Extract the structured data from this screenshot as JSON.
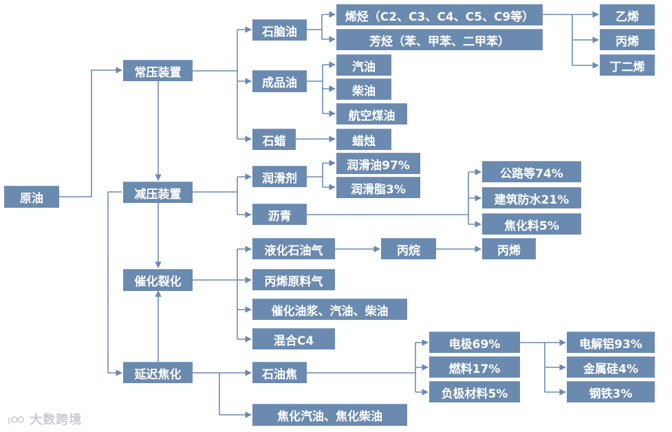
{
  "nodes": {
    "crude": "原油",
    "atm": "常压装置",
    "vac": "减压装置",
    "fcc": "催化裂化",
    "coker": "延迟焦化",
    "naphtha": "石脑油",
    "olefins": "烯烃（C2、C3、C4、C5、C9等）",
    "aromatics": "芳烃（苯、甲苯、二甲苯）",
    "ethylene": "乙烯",
    "propylene1": "丙烯",
    "butadiene": "丁二烯",
    "product_oil": "成品油",
    "gasoline": "汽油",
    "diesel": "柴油",
    "jet_fuel": "航空煤油",
    "paraffin": "石蜡",
    "candle": "蜡烛",
    "lubricant": "润滑剂",
    "lube_oil": "润滑油97%",
    "grease": "润滑脂3%",
    "asphalt": "沥青",
    "road": "公路等74%",
    "waterproof": "建筑防水21%",
    "coking_mat": "焦化料5%",
    "lpg": "液化石油气",
    "propane": "丙烷",
    "propylene2": "丙烯",
    "propylene_feed": "丙烯原料气",
    "slurry": "催化油浆、汽油、柴油",
    "mixed_c4": "混合C4",
    "pet_coke": "石油焦",
    "coker_oil": "焦化汽油、焦化柴油",
    "electrode": "电极69%",
    "fuel": "燃料17%",
    "anode": "负极材料5%",
    "aluminum": "电解铝93%",
    "silicon": "金属硅4%",
    "steel": "钢铁3%"
  },
  "watermark": "大数跨境",
  "colors": {
    "node_fill": "#6b8ab0",
    "line": "#6b8ab0",
    "text": "#ffffff"
  }
}
